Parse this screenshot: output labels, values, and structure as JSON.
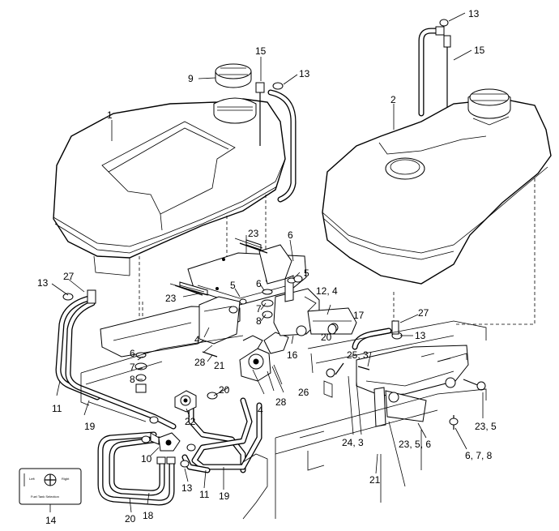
{
  "callouts": {
    "c1": "1",
    "c2": "2",
    "c9": "9",
    "c13_top": "13",
    "c13_left": "13",
    "c13_tank1": "13",
    "c13_right": "13",
    "c13_bottom": "13",
    "c15_top": "15",
    "c15_tank1": "15",
    "c27_left": "27",
    "c27_right": "27",
    "c23_a": "23",
    "c23_b": "23",
    "c6_a": "6",
    "c6_b": "6",
    "c6_c": "6",
    "c5_a": "5",
    "c5_b": "5",
    "c7_a": "7",
    "c7_b": "7",
    "c8_a": "8",
    "c8_b": "8",
    "c12_4": "12, 4",
    "c17": "17",
    "c20_a": "20",
    "c20_b": "20",
    "c20_c": "20",
    "c16": "16",
    "c28_a": "28",
    "c28_b": "28",
    "c4_a": "4",
    "c4_b": "4",
    "c21_a": "21",
    "c21_b": "21",
    "c22": "22",
    "c26": "26",
    "c25_3": "25, 3",
    "c24_3": "24, 3",
    "c23_5_6": "23, 5, 6",
    "c23_5": "23, 5",
    "c6_7_8": "6, 7, 8",
    "c11_a": "11",
    "c11_b": "11",
    "c19_a": "19",
    "c19_b": "19",
    "c10": "10",
    "c18": "18",
    "c14": "14"
  },
  "decal": {
    "left_label": "Left",
    "right_label": "Right",
    "bottom_label": "Fuel Tank Selection"
  }
}
